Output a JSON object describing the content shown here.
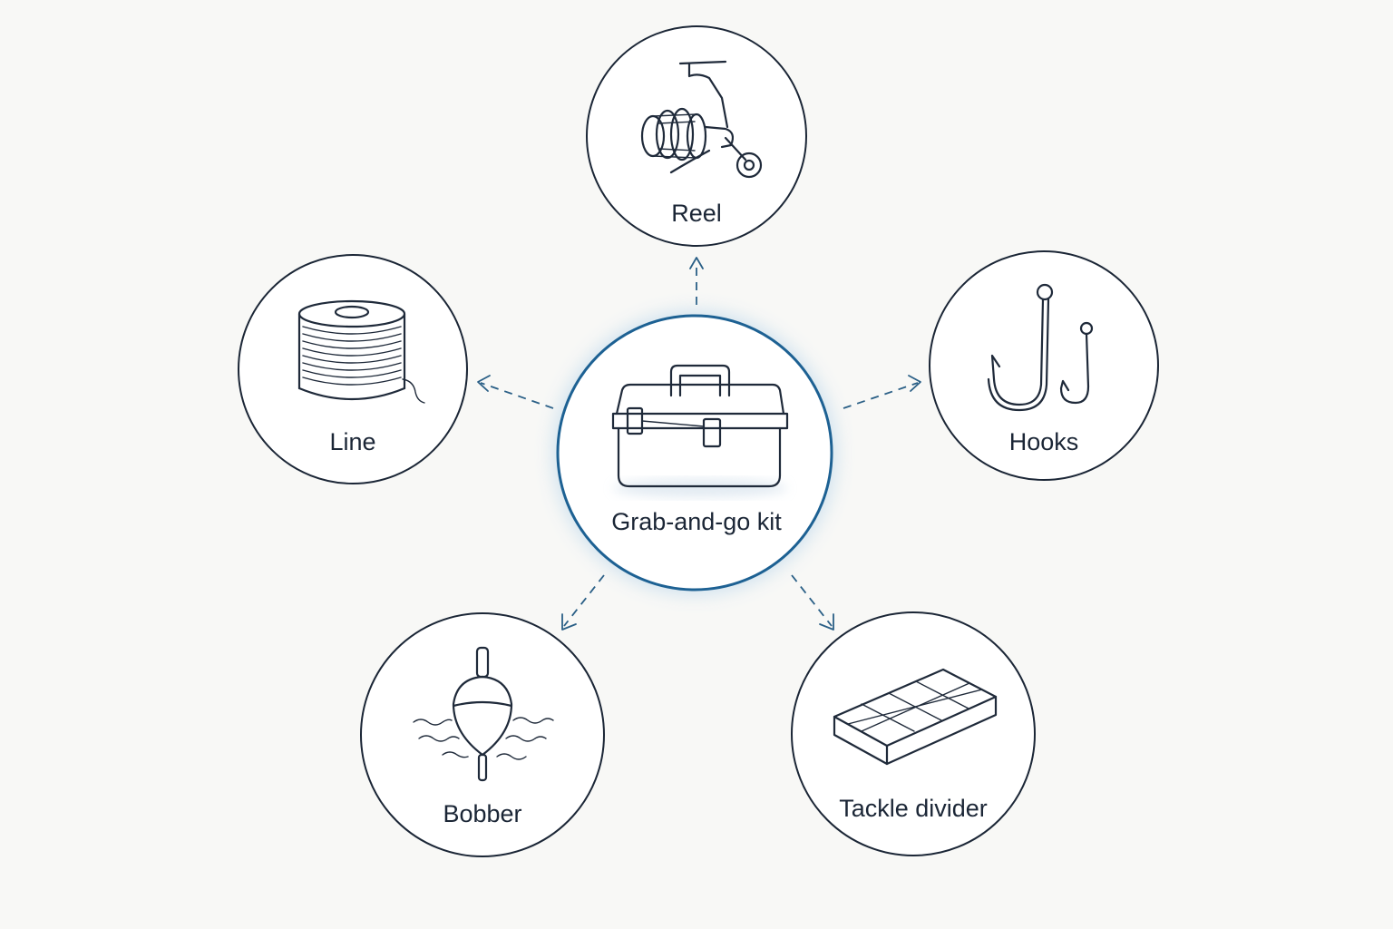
{
  "diagram": {
    "hub": {
      "label": "Grab-and-go kit",
      "icon": "tackle-box-icon",
      "accent_color": "#1d6193"
    },
    "nodes": [
      {
        "id": "reel",
        "label": "Reel",
        "icon": "fishing-reel-icon"
      },
      {
        "id": "line",
        "label": "Line",
        "icon": "line-spool-icon"
      },
      {
        "id": "hooks",
        "label": "Hooks",
        "icon": "fish-hooks-icon"
      },
      {
        "id": "bobber",
        "label": "Bobber",
        "icon": "bobber-icon"
      },
      {
        "id": "tackle-divider",
        "label": "Tackle divider",
        "icon": "tackle-divider-icon"
      }
    ],
    "colors": {
      "background": "#f8f8f6",
      "outline": "#1b2636",
      "connector": "#2a5f86"
    }
  }
}
